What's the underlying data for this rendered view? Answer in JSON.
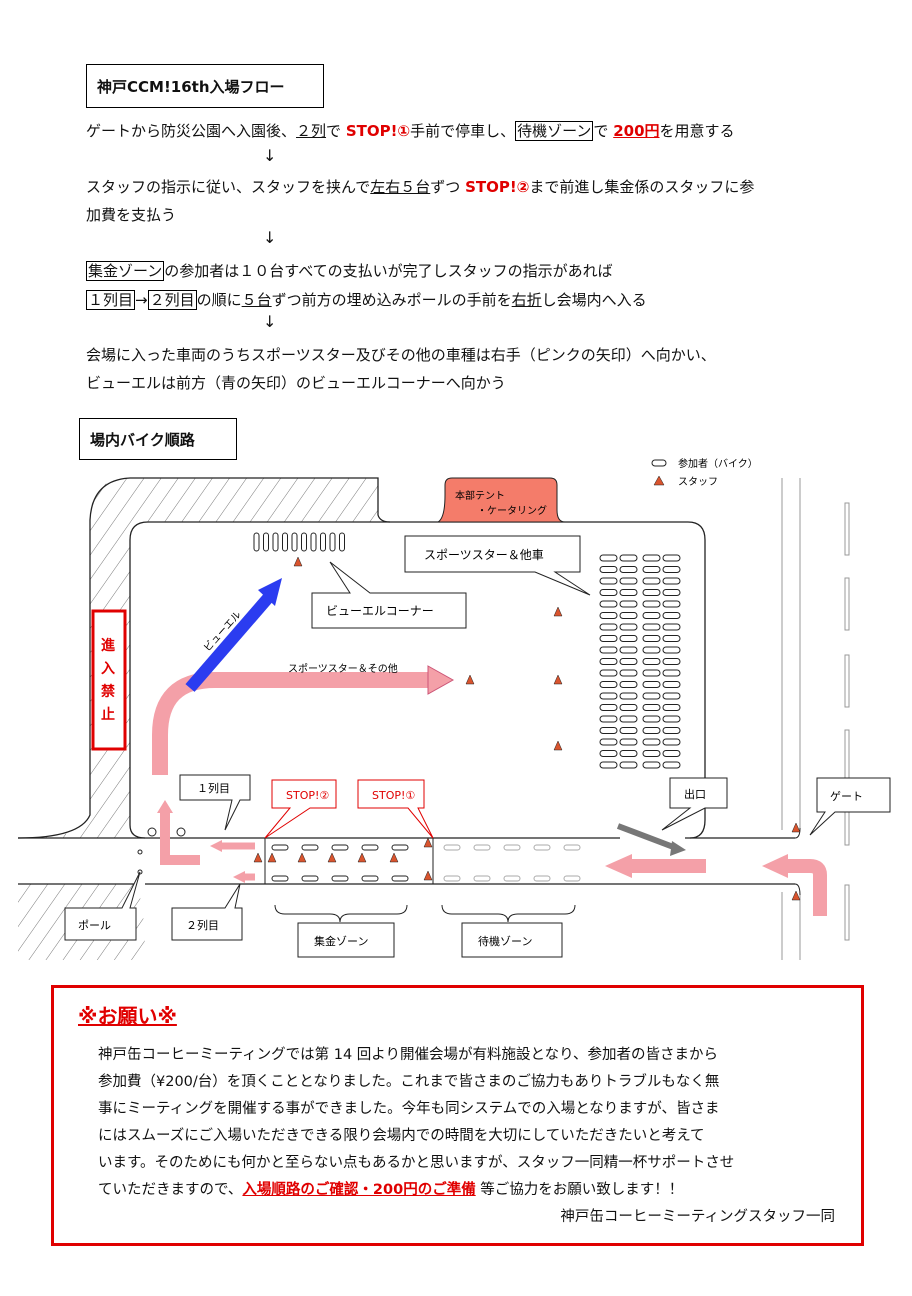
{
  "flow": {
    "title": "神戸CCM!16th入場フロー",
    "step1": {
      "a": "ゲートから防災公園へ入園後、",
      "b": "２列",
      "c": "で ",
      "d": "STOP!①",
      "e": "手前で停車し、",
      "f": "待機ゾーン",
      "g": "で ",
      "h": "200円",
      "i": "を用意する"
    },
    "step2": {
      "a": "スタッフの指示に従い、スタッフを挟んで",
      "b": "左右５台",
      "c": "ずつ ",
      "d": "STOP!②",
      "e": "まで前進し集金係のスタッフに参",
      "f": "加費を支払う"
    },
    "step3": {
      "a": "集金ゾーン",
      "b": "の参加者は１０台すべての支払いが完了しスタッフの指示があれば",
      "c": "１列目",
      "d": "→",
      "e": "２列目",
      "f": "の順に",
      "g": "５台",
      "h": "ずつ前方の埋め込みポールの手前を",
      "i": "右折",
      "j": "し会場内へ入る"
    },
    "step4": {
      "a": "会場に入った車両のうちスポーツスター及びその他の車種は右手（ピンクの矢印）へ向かい、",
      "b": "ビューエルは前方（青の矢印）のビューエルコーナーへ向かう"
    },
    "arrow": "↓"
  },
  "map": {
    "title": "場内バイク順路",
    "legend": {
      "bike": "参加者（バイク）",
      "staff": "スタッフ"
    },
    "tent": [
      "本部テント",
      "・ケータリング"
    ],
    "sportster_area": "スポーツスター＆他車",
    "buell_corner": "ビューエルコーナー",
    "buell_arrow": "ビューエル",
    "sportster_arrow": "スポーツスター＆その他",
    "no_entry": [
      "進",
      "入",
      "禁",
      "止"
    ],
    "row1": "１列目",
    "row2": "２列目",
    "stop2": "STOP!②",
    "stop1": "STOP!①",
    "exit": "出口",
    "gate": "ゲート",
    "pole": "ポール",
    "collection_zone": "集金ゾーン",
    "waiting_zone": "待機ゾーン",
    "colors": {
      "pink": "#f4a0a8",
      "blue": "#2b3cf0",
      "staff": "#d9542e",
      "tent": "#f47c6a",
      "red": "#e00000"
    }
  },
  "notice": {
    "heading": "※お願い※",
    "lines": [
      "神戸缶コーヒーミーティングでは第 14 回より開催会場が有料施設となり、参加者の皆さまから",
      "参加費（¥200/台）を頂くこととなりました。これまで皆さまのご協力もありトラブルもなく無",
      "事にミーティングを開催する事ができました。今年も同システムでの入場となりますが、皆さま",
      "にはスムーズにご入場いただきできる限り会場内での時間を大切にしていただきたいと考えて",
      "います。そのためにも何かと至らない点もあるかと思いますが、スタッフ一同精一杯サポートさせ"
    ],
    "last_a": "ていただきますので、",
    "last_b": "入場順路のご確認・200円のご準備",
    "last_c": " 等ご協力をお願い致します！！",
    "signature": "神戸缶コーヒーミーティングスタッフ一同"
  }
}
